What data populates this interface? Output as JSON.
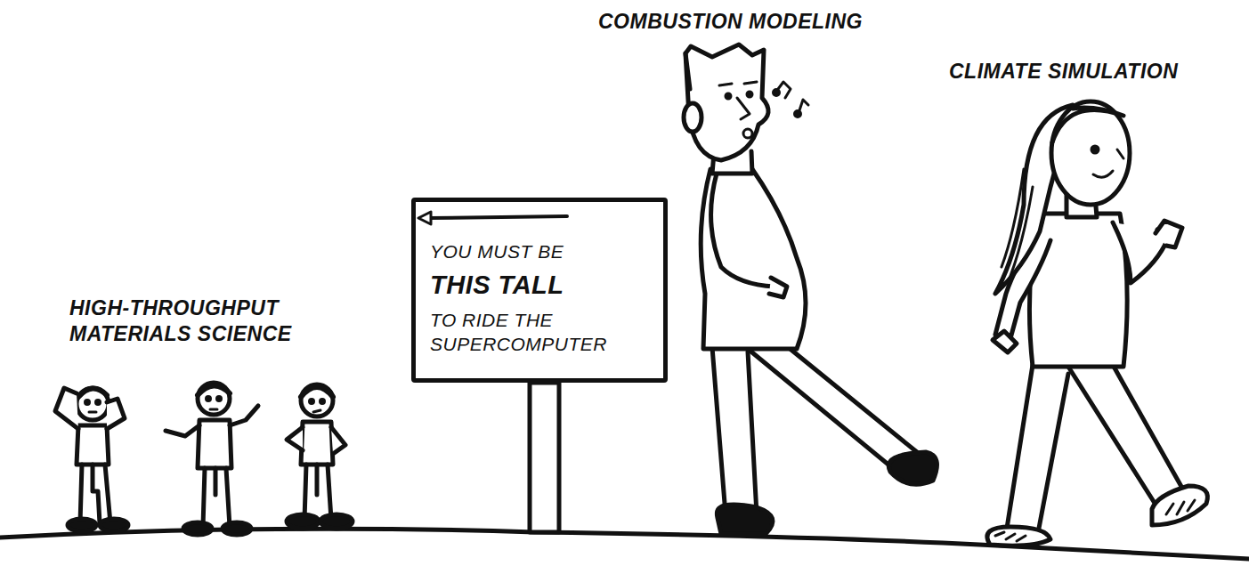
{
  "diagram": {
    "nodes": [
      {
        "text": [
          "YOU MUST BE",
          "THIS TALL",
          "TO RIDE THE SUPERCOMPUTER"
        ]
      }
    ],
    "labels": [
      "COMBUSTION MODELING",
      "CLIMATE SIMULATION",
      "HIGH-THROUGHPUT MATERIALS SCIENCE"
    ]
  }
}
